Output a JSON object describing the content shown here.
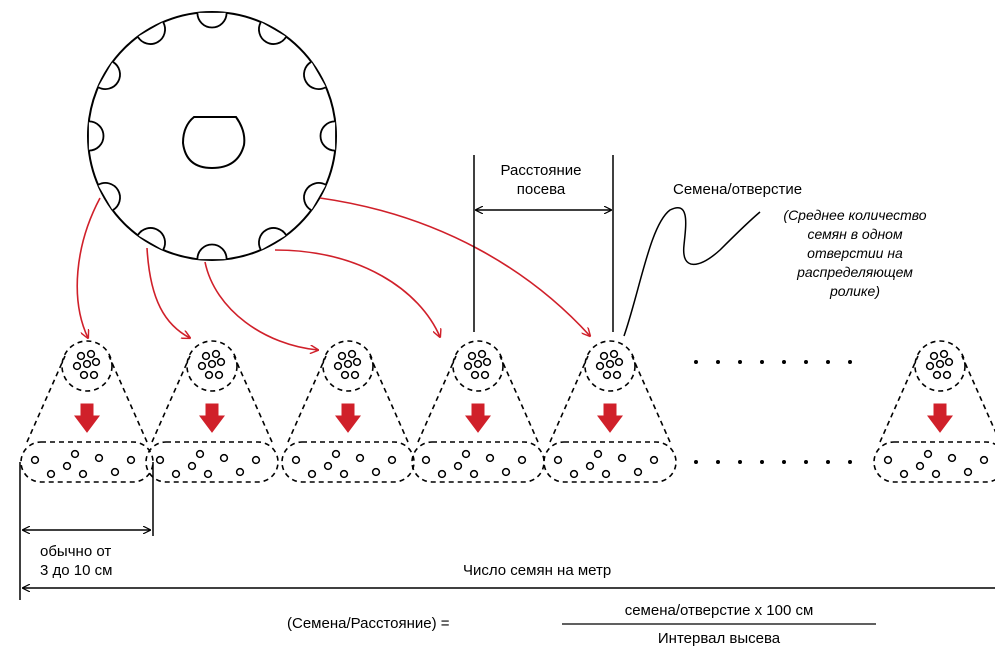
{
  "labels": {
    "distance_line1": "Расстояние",
    "distance_line2": "посева",
    "seeds_per_hole": "Семена/отверстие",
    "avg_note_lines": [
      "(Среднее количество",
      "семян в одном",
      "отверстии на",
      "распределяющем",
      "ролике)"
    ],
    "typical_line1": "обычно от",
    "typical_line2": "3 до 10 см",
    "seeds_per_meter": "Число семян на метр",
    "formula_left": "(Семена/Расстояние) =",
    "formula_numerator": "семена/отверстие х 100 см",
    "formula_denominator": "Интервал высева"
  },
  "colors": {
    "accent": "#d0202a",
    "line": "#000000"
  },
  "icons": {
    "roller": "seed-roller-disc-icon",
    "drop": "down-arrow-icon"
  }
}
